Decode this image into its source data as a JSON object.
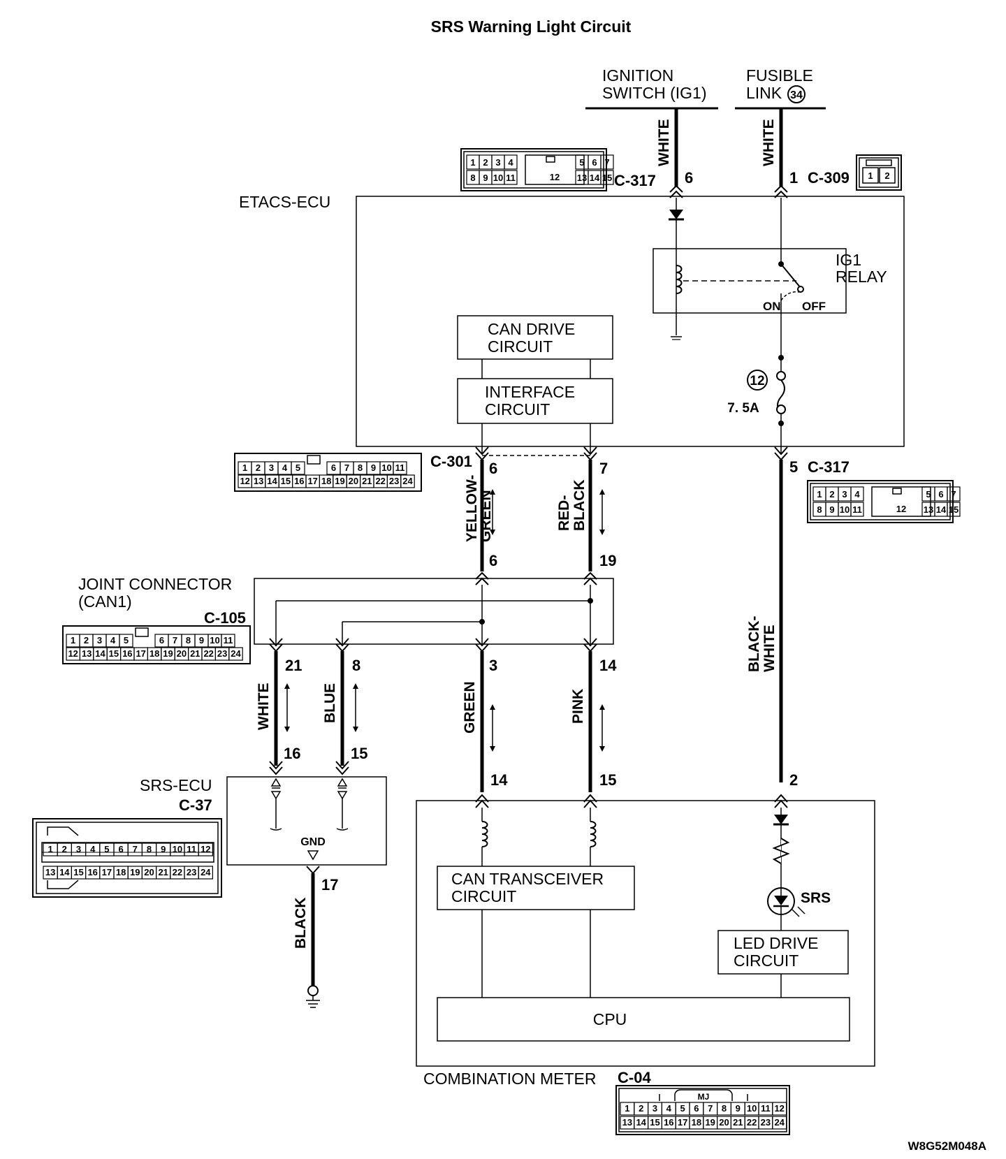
{
  "title": "SRS Warning Light Circuit",
  "figure_code": "W8G52M048A",
  "sources": {
    "ignition_line1": "IGNITION",
    "ignition_line2": "SWITCH (IG1)",
    "fusible_line1": "FUSIBLE",
    "fusible_line2": "LINK",
    "fusible_number": "34"
  },
  "etacs": {
    "name": "ETACS-ECU",
    "relay_line1": "IG1",
    "relay_line2": "RELAY",
    "relay_on": "ON",
    "relay_off": "OFF",
    "can_drive_line1": "CAN DRIVE",
    "can_drive_line2": "CIRCUIT",
    "interface_line1": "INTERFACE",
    "interface_line2": "CIRCUIT",
    "fuse_number": "12",
    "fuse_rating": "7. 5A"
  },
  "connectors": {
    "c317": "C-317",
    "c309": "C-309",
    "c301": "C-301",
    "c105": "C-105",
    "c37": "C-37",
    "c04": "C-04",
    "c317_cells_top": [
      "1",
      "2",
      "3",
      "4",
      "5",
      "6",
      "7"
    ],
    "c317_cells_bottom": [
      "8",
      "9",
      "10",
      "11",
      "13",
      "14",
      "15"
    ],
    "c317_center": "12",
    "c309_cells": [
      "1",
      "2"
    ],
    "c301_cells_top": [
      "1",
      "2",
      "3",
      "4",
      "5",
      "6",
      "7",
      "8",
      "9",
      "10",
      "11"
    ],
    "c301_cells_bottom": [
      "12",
      "13",
      "14",
      "15",
      "16",
      "17",
      "18",
      "19",
      "20",
      "21",
      "22",
      "23",
      "24"
    ],
    "c105_cells_top": [
      "1",
      "2",
      "3",
      "4",
      "5",
      "6",
      "7",
      "8",
      "9",
      "10",
      "11"
    ],
    "c105_cells_bottom": [
      "12",
      "13",
      "14",
      "15",
      "16",
      "17",
      "18",
      "19",
      "20",
      "21",
      "22",
      "23",
      "24"
    ],
    "c37_cells_top": [
      "1",
      "2",
      "3",
      "4",
      "5",
      "6",
      "7",
      "8",
      "9",
      "10",
      "11",
      "12"
    ],
    "c37_cells_bottom": [
      "13",
      "14",
      "15",
      "16",
      "17",
      "18",
      "19",
      "20",
      "21",
      "22",
      "23",
      "24"
    ],
    "c04_cells_top": [
      "1",
      "2",
      "3",
      "4",
      "5",
      "6",
      "7",
      "8",
      "9",
      "10",
      "11",
      "12"
    ],
    "c04_cells_bottom": [
      "13",
      "14",
      "15",
      "16",
      "17",
      "18",
      "19",
      "20",
      "21",
      "22",
      "23",
      "24"
    ],
    "c04_tag": "MJ"
  },
  "pins": {
    "ign_c317": "6",
    "fus_c309": "1",
    "c301_left": "6",
    "c301_right": "7",
    "c317_out": "5",
    "jc_in_left": "6",
    "jc_in_right": "19",
    "jc_out_white": "21",
    "jc_out_blue": "8",
    "jc_out_green": "3",
    "jc_out_pink": "14",
    "srs_white": "16",
    "srs_blue": "15",
    "srs_gnd": "17",
    "meter_green": "14",
    "meter_pink": "15",
    "meter_power": "2"
  },
  "wires": {
    "ign": "WHITE",
    "fus": "WHITE",
    "yellow_green_1": "YELLOW-",
    "yellow_green_2": "GREEN",
    "red_black_1": "RED-",
    "red_black_2": "BLACK",
    "black_white_1": "BLACK-",
    "black_white_2": "WHITE",
    "white": "WHITE",
    "blue": "BLUE",
    "green": "GREEN",
    "pink": "PINK",
    "black": "BLACK"
  },
  "joint": {
    "name_line1": "JOINT CONNECTOR",
    "name_line2": "(CAN1)"
  },
  "srs_ecu": {
    "name": "SRS-ECU",
    "gnd": "GND"
  },
  "meter": {
    "name": "COMBINATION METER",
    "can_line1": "CAN TRANSCEIVER",
    "can_line2": "CIRCUIT",
    "led_line1": "LED DRIVE",
    "led_line2": "CIRCUIT",
    "cpu": "CPU",
    "lamp": "SRS"
  }
}
